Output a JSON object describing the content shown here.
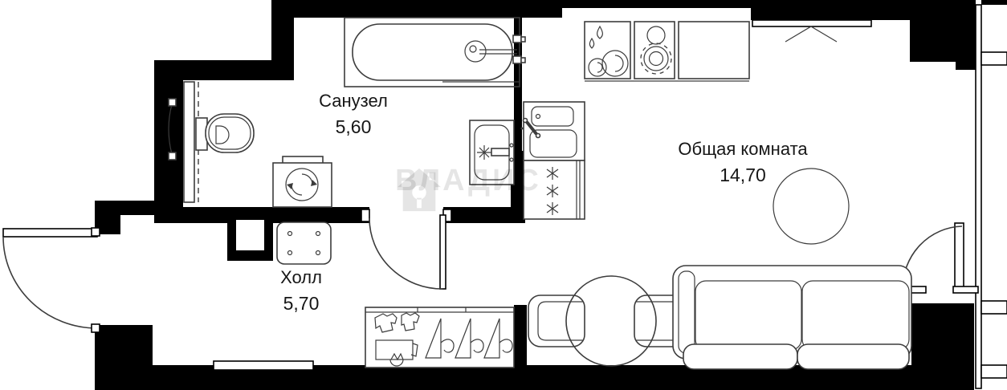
{
  "plan": {
    "title": "apartment-floor-plan",
    "watermark": {
      "text": "ВЛАДИС",
      "icon": "house-icon"
    },
    "rooms": [
      {
        "id": "bathroom",
        "name": "Санузел",
        "area": "5,60"
      },
      {
        "id": "hall",
        "name": "Холл",
        "area": "5,70"
      },
      {
        "id": "living",
        "name": "Общая комната",
        "area": "14,70"
      }
    ],
    "colors": {
      "wall": "#000000",
      "line": "#3c3c3c",
      "text": "#161616",
      "watermark": "#e6e6e6",
      "background": "#ffffff"
    },
    "fixtures": {
      "bathroom": [
        "bathtub",
        "bath-sink",
        "toilet",
        "washing-machine",
        "sliding-door"
      ],
      "kitchen": [
        "dishwasher-unit",
        "stove",
        "counter",
        "kitchen-sink",
        "fridge"
      ],
      "hall": [
        "ventilation-shaft",
        "pouf",
        "wardrobe",
        "doormat",
        "entrance-door",
        "bathroom-door"
      ],
      "living": [
        "window",
        "dining-table",
        "chairs",
        "sofa",
        "rug",
        "balcony-door",
        "balcony-glazing"
      ]
    }
  }
}
